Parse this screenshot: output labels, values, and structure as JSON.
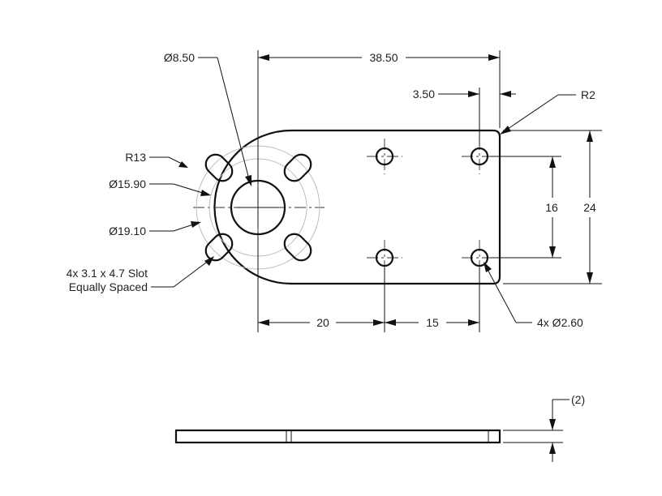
{
  "dimensions": {
    "overall_length": "38.50",
    "edge_offset": "3.50",
    "corner_radius": "R2",
    "bore_diameter": "Ø8.50",
    "end_radius": "R13",
    "inner_circle_diameter": "Ø15.90",
    "outer_circle_diameter": "Ø19.10",
    "slot_note_line1": "4x 3.1 x 4.7 Slot",
    "slot_note_line2": "Equally Spaced",
    "hole_spacing_vertical": "16",
    "overall_width": "24",
    "hole_offset_1": "20",
    "hole_offset_2": "15",
    "holes_note": "4x Ø2.60",
    "thickness": "(2)"
  },
  "colors": {
    "line": "#111111",
    "text": "#222222",
    "hidden_line": "#bdbdbd"
  }
}
